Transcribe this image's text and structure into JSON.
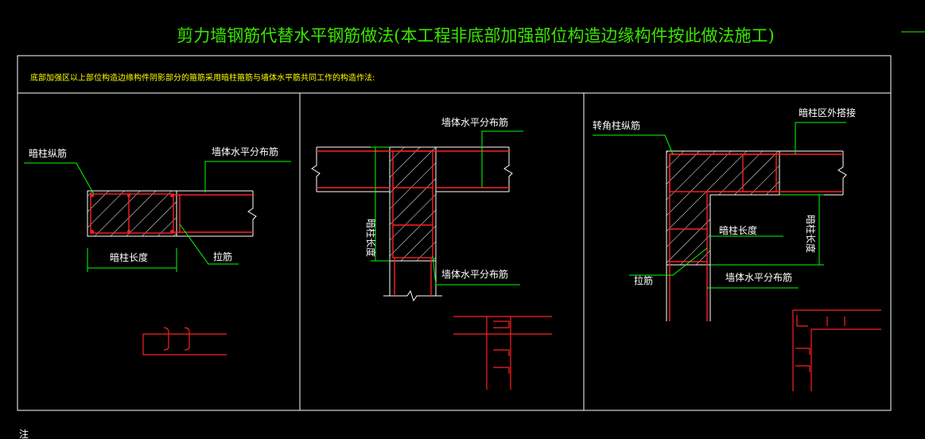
{
  "title": "剪力墙钢筋代替水平钢筋做法(本工程非底部加强部位构造边缘构件按此做法施工)",
  "subtitle": "底部加强区以上部位构造边缘构件阴影部分的箍筋采用暗柱箍筋与墙体水平筋共同工作的构造作法:",
  "panel1": {
    "label_longitudinal": "暗柱纵筋",
    "label_wall_rebar": "墙体水平分布筋",
    "label_length": "暗柱长度",
    "label_tie": "拉筋"
  },
  "panel2": {
    "label_wall_rebar_top": "墙体水平分布筋",
    "label_length": "暗柱长度",
    "label_wall_rebar_bottom": "墙体水平分布筋"
  },
  "panel3": {
    "label_corner": "转角柱纵筋",
    "label_lap": "暗柱区外搭接",
    "label_length_h": "暗柱长度",
    "label_length_v": "暗柱长度",
    "label_tie": "拉筋",
    "label_wall_rebar": "墙体水平分布筋"
  },
  "note": "注",
  "colors": {
    "background": "#000000",
    "title": "#39e600",
    "subtitle": "#ffff00",
    "frame": "#ffffff",
    "leader": "#00ff00",
    "rebar": "#ff2020",
    "hatch": "#ffffff"
  }
}
